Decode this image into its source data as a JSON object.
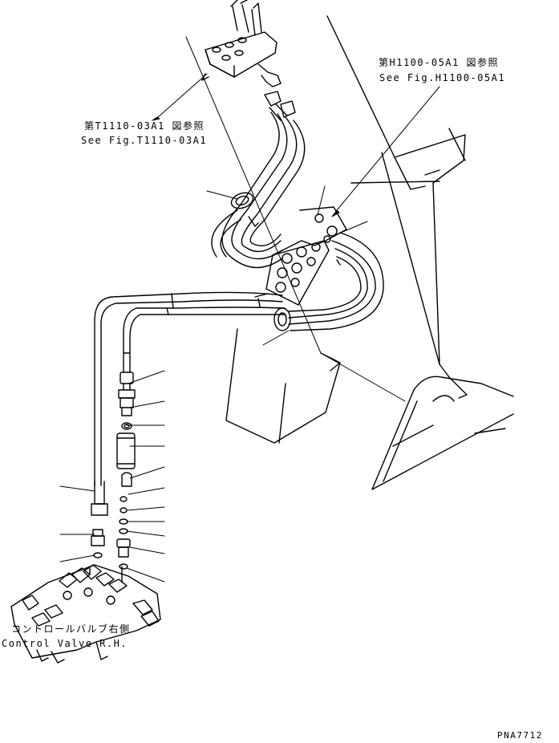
{
  "references": {
    "h1100": {
      "jp": "第H1100-05A1 図参照",
      "en": "See Fig.H1100-05A1"
    },
    "t1110": {
      "jp": "第T1110-03A1 図参照",
      "en": "See Fig.T1110-03A1"
    }
  },
  "control_valve": {
    "jp": "コントロールバルブ右側",
    "en": "Control Valve R.H."
  },
  "drawing_code": "PNA7712"
}
